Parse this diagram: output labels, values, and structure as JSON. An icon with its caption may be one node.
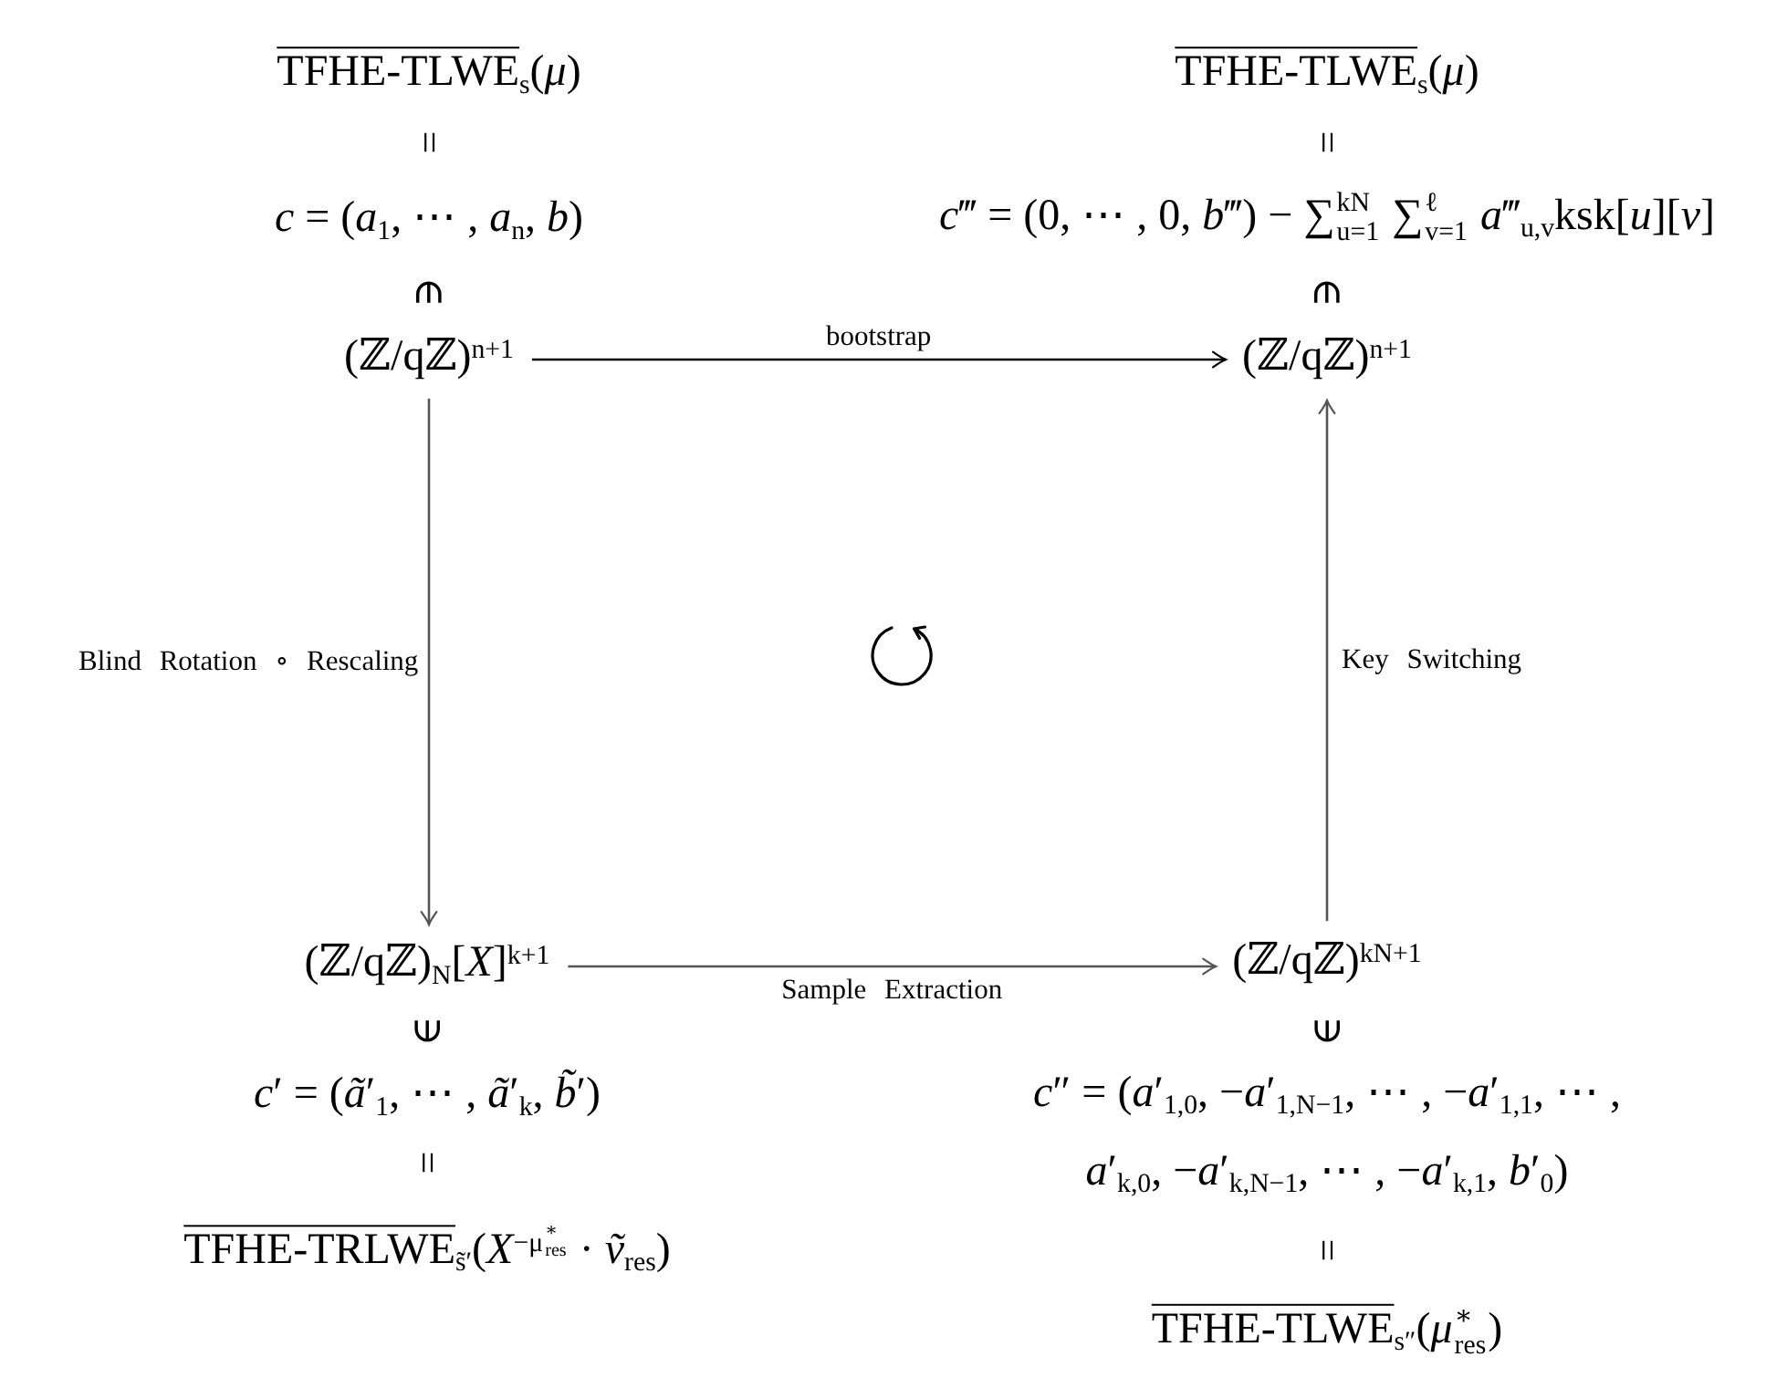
{
  "diagram": {
    "nodes": [
      {
        "text": [
          "(ℤ/qℤ)$^{n+1}$"
        ]
      },
      {
        "text": [
          "(ℤ/qℤ)$^{n+1}$"
        ]
      },
      {
        "text": [
          "(ℤ/qℤ)$_{N}$[*X*]$^{k+1}$"
        ]
      },
      {
        "text": [
          "(ℤ/qℤ)$^{kN+1}$"
        ]
      }
    ],
    "edges": [
      {
        "from": 0,
        "to": 1,
        "arrow": "to",
        "label": "bootstrap",
        "color": "#000000"
      },
      {
        "from": 0,
        "to": 2,
        "arrow": "to",
        "label": "Blind Rotation ∘ Rescaling"
      },
      {
        "from": 2,
        "to": 3,
        "arrow": "to",
        "label": "Sample Extraction"
      },
      {
        "from": 3,
        "to": 1,
        "arrow": "to",
        "label": "Key Switching"
      }
    ],
    "labels": [
      "TFHE-TLWE$_{s}$(*μ*)",
      "TFHE-TLWE$_{s}$(*μ*)",
      "=",
      "=",
      "*c* = (*a*$_{1}$, ⋯ , *a*$_{n}$, *b*)",
      "*c*‴ = (0, ⋯ , 0, *b*‴) − ∑$_{u=1}$$^{kN}$ ∑$_{v=1}$$^{ℓ}$ *a*‴$_{u,v}$ksk[*u*][*v*]",
      "∈",
      "∈",
      "∈",
      "∈",
      "*c*′ = (*ã*′$_{1}$, ⋯ , *ã*′$_{k}$, *b̃*′)",
      "*c*″ = (*a*′$_{1,0}$, −*a*′$_{1,N−1}$, ⋯ , −*a*′$_{1,1}$, ⋯ , *a*′$_{k,0}$, −*a*′$_{k,N−1}$, ⋯ , −*a*′$_{k,1}$, *b*′$_{0}$)",
      "=",
      "TFHE-TRLWE$_{s̃′}$(*X*$^{−μ}$$^{∗}$$_{res}$ · *ṽ*$_{res}$)",
      "=",
      "TFHE-TLWE$_{s″}$(*μ*$^{∗}$$_{res}$)"
    ]
  }
}
